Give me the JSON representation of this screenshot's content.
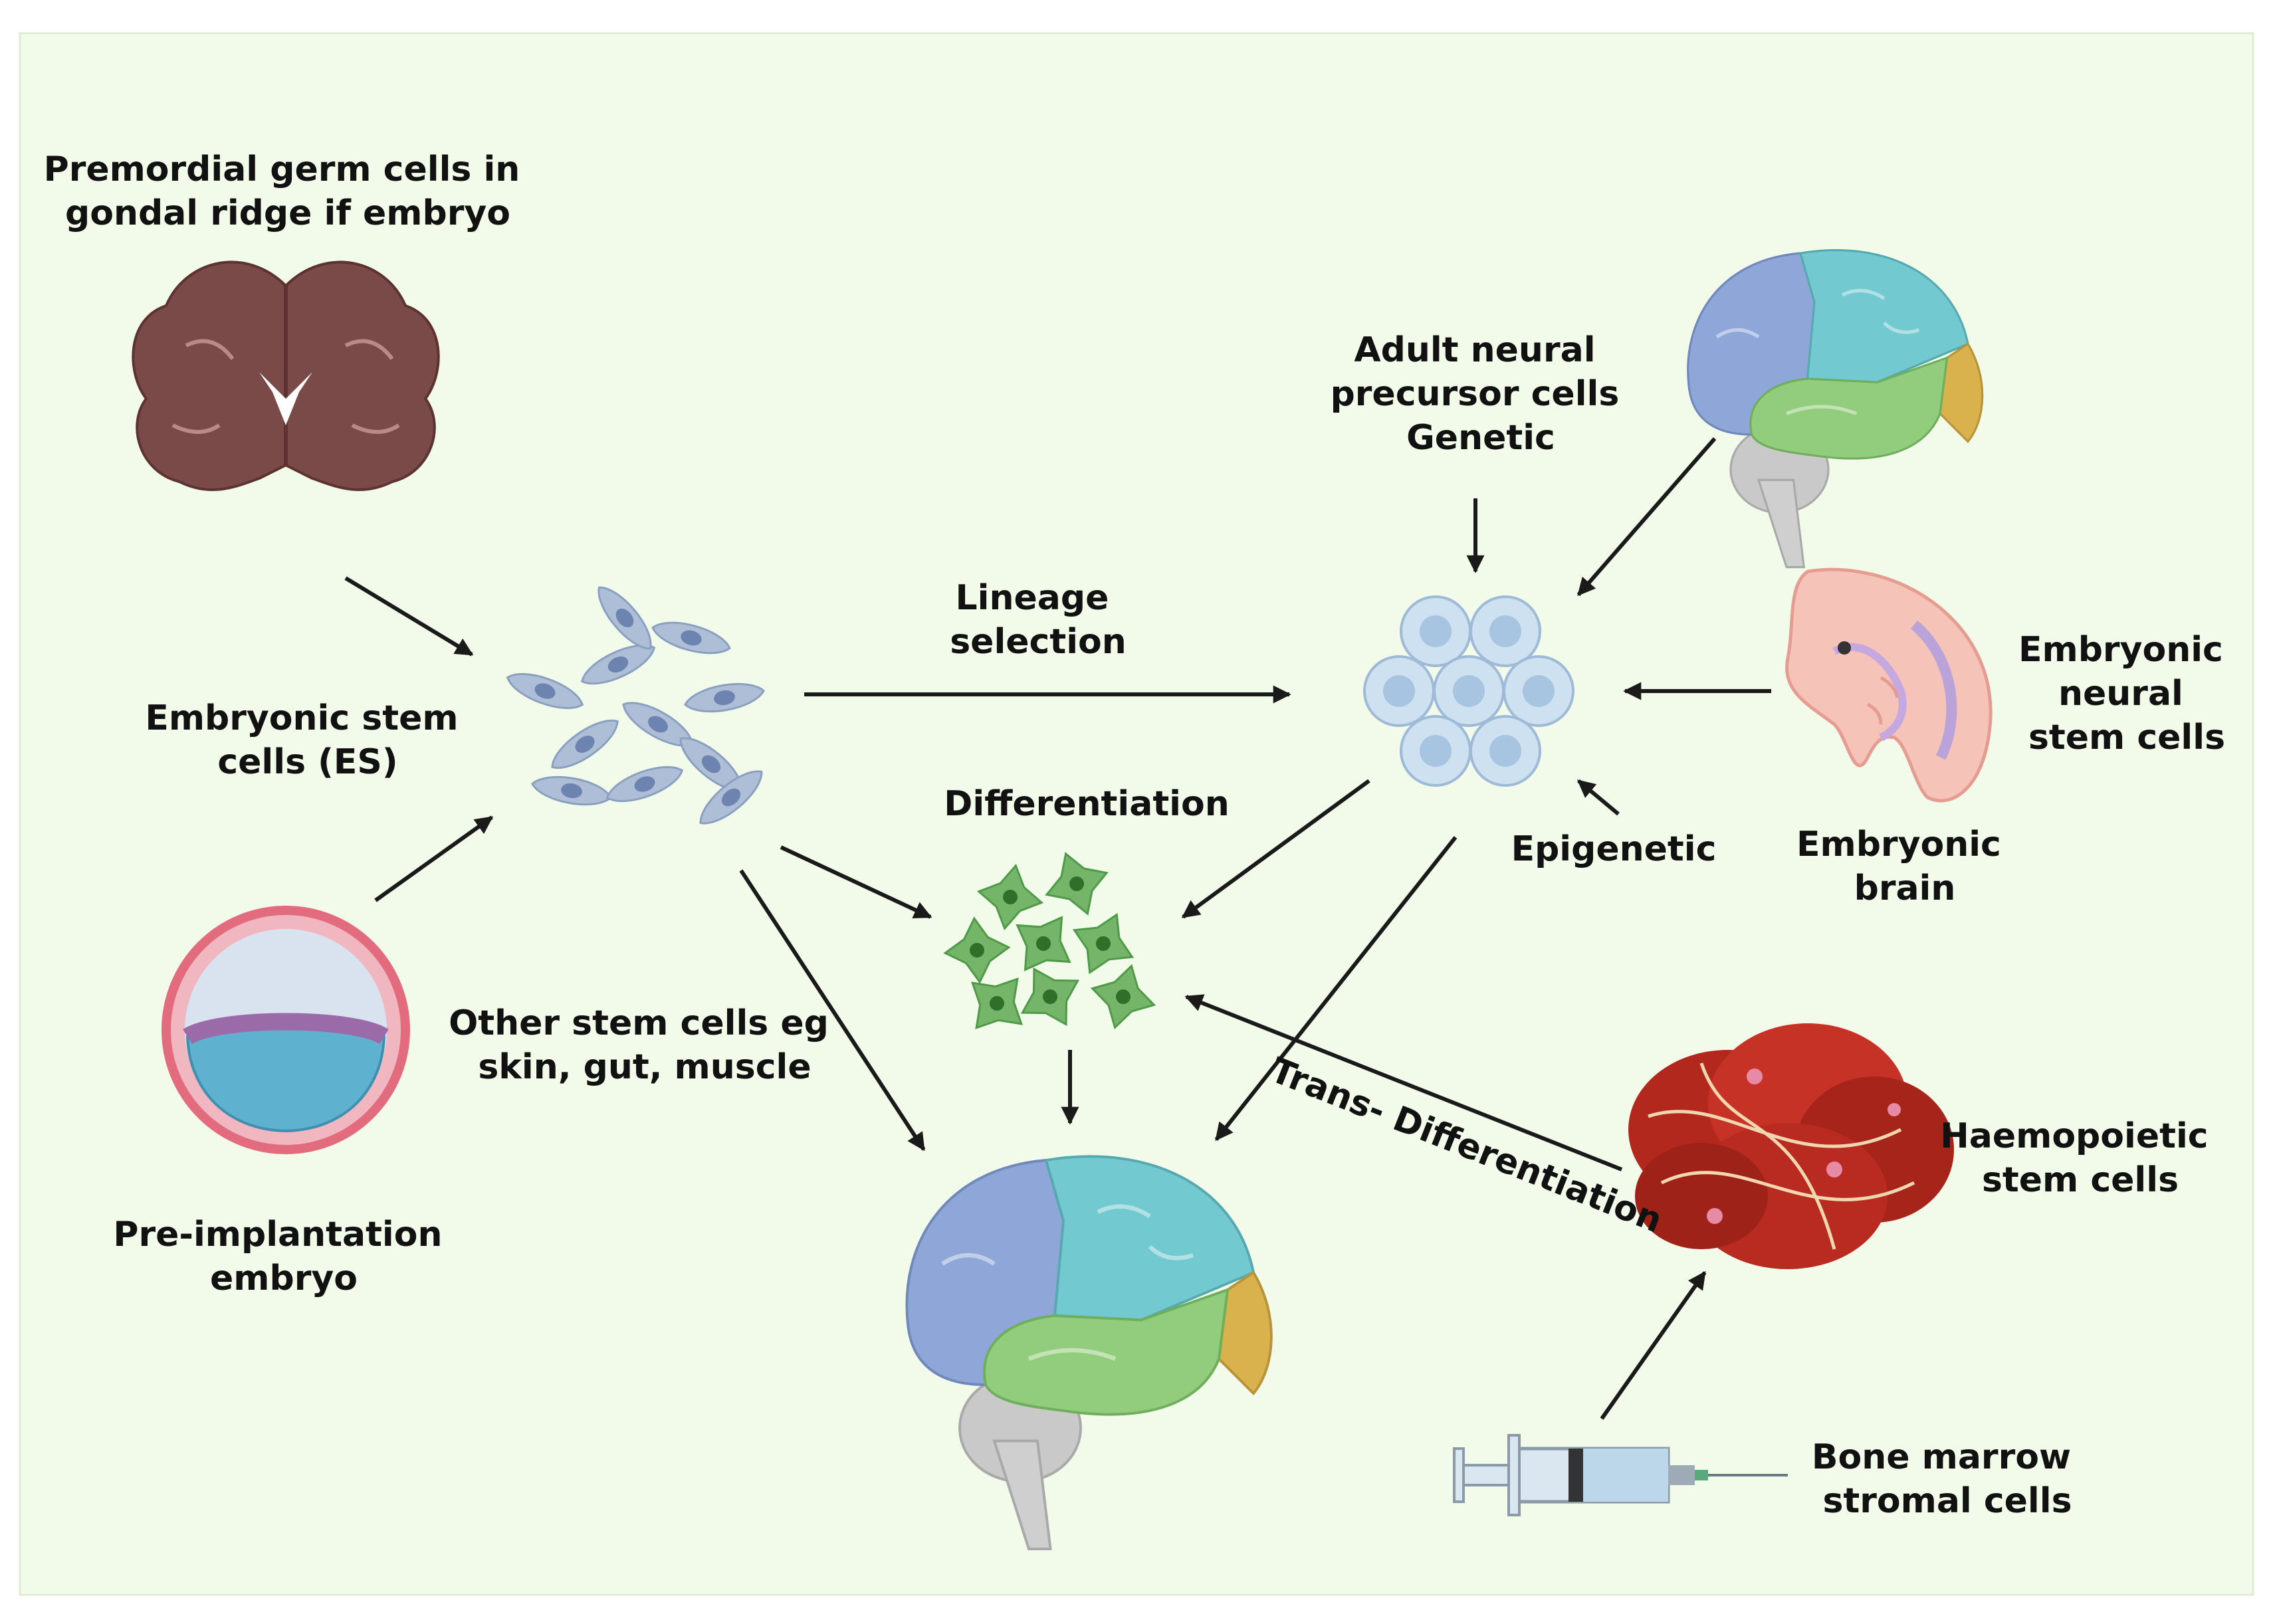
{
  "colors": {
    "background": "#f2fbe9",
    "arrow": "#1a1a1a",
    "brain_coronal": "#7a4a48",
    "brain_frontal": "#8fa7d8",
    "brain_parietal": "#72c9cf",
    "brain_temporal": "#92cd7d",
    "brain_occipital": "#d9b24e",
    "brain_cerebellum": "#c9c9c9",
    "es_cells": "#aebed6",
    "neural_precursor": "#cde1f1",
    "differentiated_cells": "#4f9a48",
    "embryo": "#f6c3b8",
    "haemopoietic_cells": "#b3281d",
    "blastocyst_outer": "#e26c7d",
    "blastocyst_inner": "#5fb2cf"
  },
  "labels": {
    "premordial": [
      "Premordial germ cells in",
      "gondal ridge if embryo"
    ],
    "es_cells": [
      "Embryonic stem",
      "cells (ES)"
    ],
    "pre_implantation": [
      "Pre-implantation",
      "embryo"
    ],
    "lineage": [
      "Lineage",
      "selection"
    ],
    "differentiation": "Differentiation",
    "other_stem": [
      "Other stem cells eg",
      "skin, gut, muscle"
    ],
    "adult_neural": [
      "Adult neural",
      "precursor cells",
      "Genetic"
    ],
    "epigenetic": "Epigenetic",
    "embryonic_neural": [
      "Embryonic",
      "neural",
      "stem cells"
    ],
    "embryonic_brain": [
      "Embryonic",
      "brain"
    ],
    "trans_diff": "Trans- Differentiation",
    "haemopoietic": [
      "Haemopoietic",
      "stem cells"
    ],
    "bone_marrow": [
      "Bone marrow",
      "stromal cells"
    ]
  },
  "icons": [
    "coronal-brain-icon",
    "es-cell-cluster-icon",
    "blastocyst-icon",
    "neural-precursor-cluster-icon",
    "lateral-brain-icon",
    "embryo-icon",
    "differentiated-cells-icon",
    "haemopoietic-cells-icon",
    "syringe-icon"
  ]
}
